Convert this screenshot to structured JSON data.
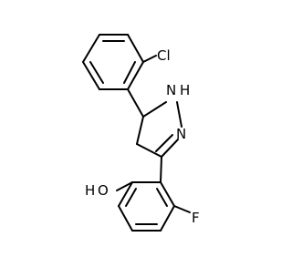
{
  "atom_labels": {
    "chlorine": "Cl",
    "nh": "N",
    "nh_h": "H",
    "n": "N",
    "oh_h": "H",
    "oh_o": "O",
    "fluorine": "F"
  },
  "colors": {
    "bond": "#000000",
    "label": "#000000",
    "background": "#ffffff"
  }
}
